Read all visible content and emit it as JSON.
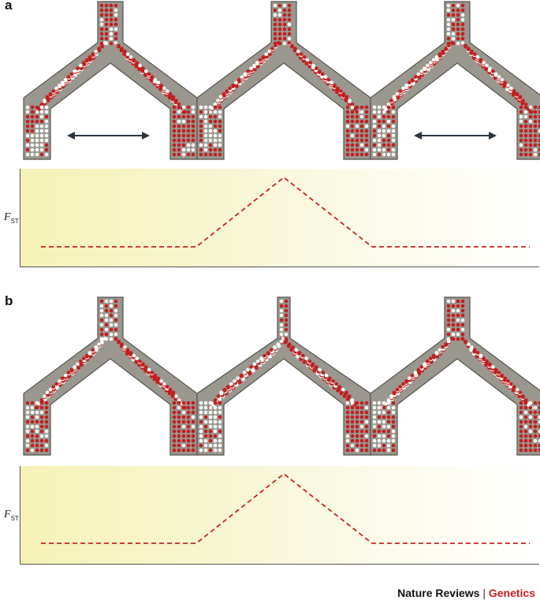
{
  "panels": [
    {
      "letter": "a",
      "y_axis_label": "F",
      "y_axis_subscript": "ST",
      "trees": [
        {
          "gene_flow_arrow": true,
          "middle_narrow": false
        },
        {
          "gene_flow_arrow": false,
          "middle_narrow": false
        },
        {
          "gene_flow_arrow": true,
          "middle_narrow": false
        }
      ]
    },
    {
      "letter": "b",
      "y_axis_label": "F",
      "y_axis_subscript": "ST",
      "trees": [
        {
          "gene_flow_arrow": false,
          "middle_narrow": false
        },
        {
          "gene_flow_arrow": false,
          "middle_narrow": true
        },
        {
          "gene_flow_arrow": false,
          "middle_narrow": false
        }
      ]
    }
  ],
  "colors": {
    "branch_fill": "#9a978f",
    "branch_stroke": "#55534d",
    "allele_red": "#c41e1e",
    "allele_white": "#ffffff",
    "arrow": "#2a3540",
    "fst_line": "#cc2222"
  },
  "footer": {
    "journal": "Nature Reviews",
    "separator": "|",
    "section": "Genetics"
  }
}
